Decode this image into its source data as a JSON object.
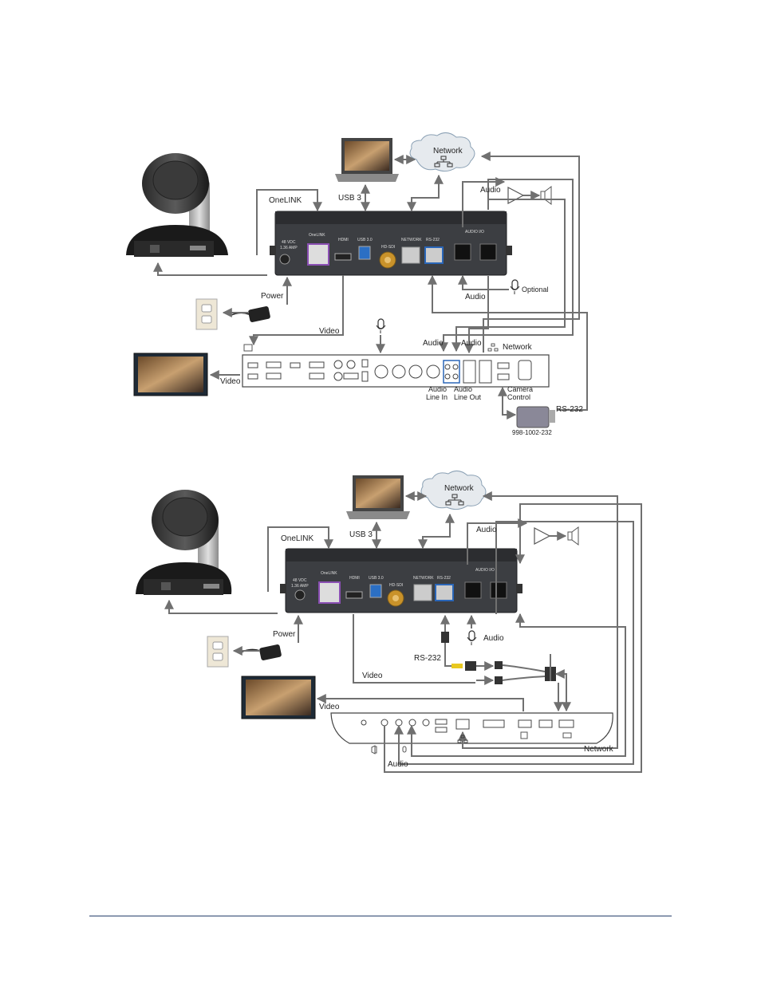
{
  "diagram1": {
    "labels": {
      "network": "Network",
      "usb3": "USB 3",
      "onelink": "OneLINK",
      "audio_top": "Audio",
      "power": "Power",
      "audio_optional": "Audio",
      "optional": "Optional",
      "video_mid": "Video",
      "audio_a": "Audio",
      "audio_b": "Audio",
      "network_right": "Network",
      "video_display": "Video",
      "audio_line_in_1": "Audio",
      "audio_line_in_2": "Line In",
      "audio_line_out_1": "Audio",
      "audio_line_out_2": "Line Out",
      "camera_control_1": "Camera",
      "camera_control_2": "Control",
      "rs232": "RS-232",
      "part_number": "998-1002-232"
    },
    "device_labels": {
      "vdc": "48 VDC",
      "amp": "1.36 AMP",
      "onelink": "OneLINK",
      "hdmi": "HDMI",
      "usb30": "USB 3.0",
      "hdsdi": "HD-SDI",
      "network": "NETWORK",
      "rs232": "RS-232",
      "audio_io": "AUDIO I/O"
    }
  },
  "diagram2": {
    "labels": {
      "network": "Network",
      "usb3": "USB 3",
      "onelink": "OneLINK",
      "audio_top": "Audio",
      "power": "Power",
      "rs232": "RS-232",
      "audio_mic": "Audio",
      "video_mid": "Video",
      "video_display": "Video",
      "network_bottom": "Network",
      "audio_bottom": "Audio"
    },
    "device_labels": {
      "vdc": "48 VDC",
      "amp": "1.36 AMP",
      "onelink": "OneLINK",
      "hdmi": "HDMI",
      "usb30": "USB 3.0",
      "hdsdi": "HD-SDI",
      "network": "NETWORK",
      "rs232": "RS-232",
      "audio_io": "AUDIO I/O"
    }
  },
  "colors": {
    "wire": "#707070",
    "device_body": "#3c3e42",
    "onelink_port": "#8a4fb3",
    "usb_port": "#2b6fc4",
    "rs232_port": "#2a66b8",
    "footer_rule": "#27406b"
  }
}
